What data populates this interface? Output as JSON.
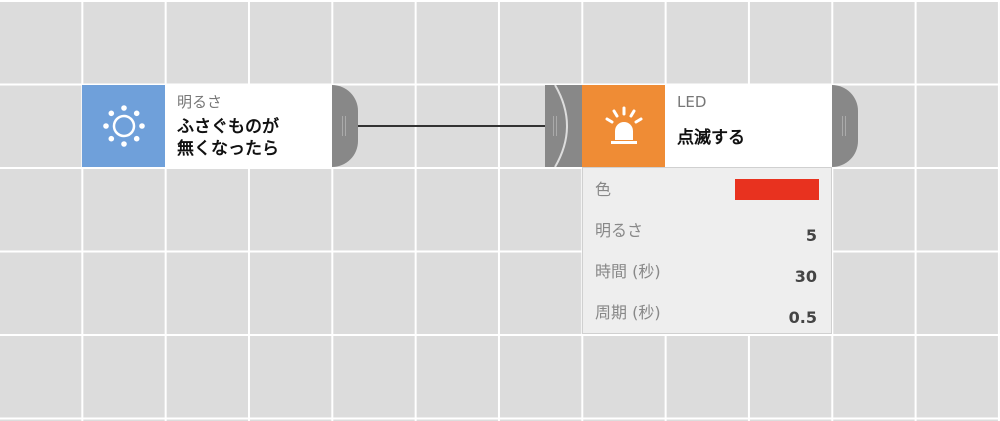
{
  "nodes": [
    {
      "category": "明るさ",
      "title_lines": [
        "ふさぐものが",
        "無くなったら"
      ],
      "icon": "sun-icon",
      "color": "#6fa0da"
    },
    {
      "category": "LED",
      "title": "点滅する",
      "icon": "beacon-light-icon",
      "color": "#ef8c35",
      "properties": [
        {
          "label": "色",
          "swatch": "#e8321f"
        },
        {
          "label": "明るさ",
          "value": "5"
        },
        {
          "label": "時間 (秒)",
          "value": "30"
        },
        {
          "label": "周期 (秒)",
          "value": "0.5"
        }
      ]
    }
  ]
}
